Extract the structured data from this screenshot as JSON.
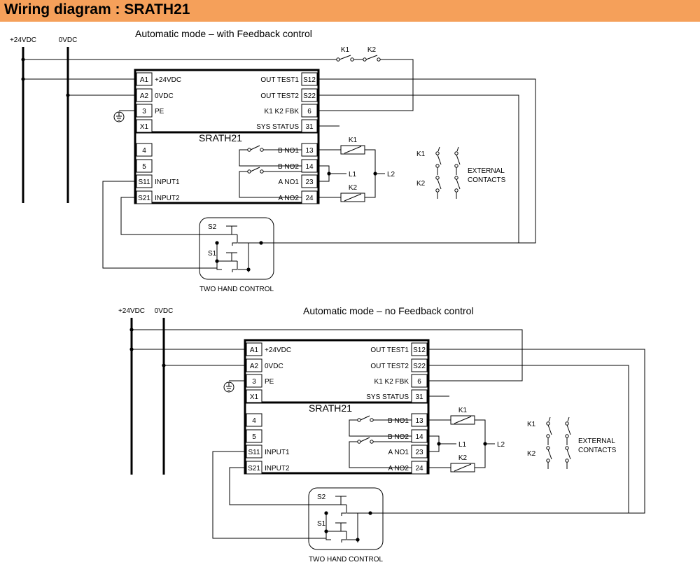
{
  "header": {
    "title": "Wiring diagram : SRATH21",
    "bg_color": "#f5a05a"
  },
  "rails": {
    "plus24": "+24VDC",
    "zero": "0VDC"
  },
  "device": {
    "name": "SRATH21",
    "left_terms": [
      {
        "num": "A1",
        "label": "+24VDC"
      },
      {
        "num": "A2",
        "label": "0VDC"
      },
      {
        "num": "3",
        "label": "PE"
      },
      {
        "num": "X1",
        "label": ""
      }
    ],
    "left_terms_lower": [
      {
        "num": "4",
        "label": ""
      },
      {
        "num": "5",
        "label": ""
      },
      {
        "num": "S11",
        "label": "INPUT1"
      },
      {
        "num": "S21",
        "label": "INPUT2"
      }
    ],
    "right_terms": [
      {
        "num": "S12",
        "label": "OUT TEST1"
      },
      {
        "num": "S22",
        "label": "OUT TEST2"
      },
      {
        "num": "6",
        "label": "K1 K2 FBK"
      },
      {
        "num": "31",
        "label": "SYS STATUS"
      }
    ],
    "right_terms_lower": [
      {
        "num": "13",
        "label": "B NO1"
      },
      {
        "num": "14",
        "label": "B NO2"
      },
      {
        "num": "23",
        "label": "A NO1"
      },
      {
        "num": "24",
        "label": "A NO2"
      }
    ]
  },
  "coils": {
    "k1": "K1",
    "k2": "K2",
    "l1": "L1",
    "l2": "L2"
  },
  "external": {
    "label_line1": "EXTERNAL",
    "label_line2": "CONTACTS",
    "k1": "K1",
    "k2": "K2"
  },
  "two_hand": {
    "label": "TWO HAND CONTROL",
    "s1": "S1",
    "s2": "S2"
  },
  "diagrams": [
    {
      "title": "Automatic mode – with Feedback control",
      "feedback_k1": "K1",
      "feedback_k2": "K2"
    },
    {
      "title": "Automatic mode – no Feedback control"
    }
  ]
}
